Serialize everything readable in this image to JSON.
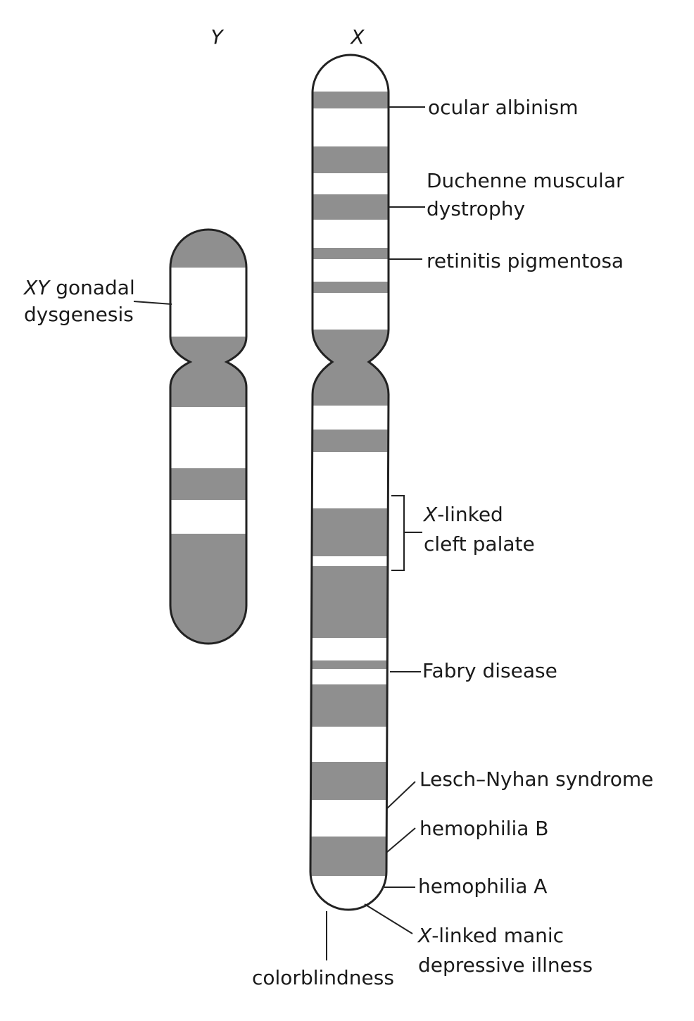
{
  "chromosome_y": {
    "title": "Y",
    "labels": {
      "gonadal": {
        "prefix": "XY",
        "text": " gonadal"
      },
      "gonadal_line2": "dysgenesis"
    }
  },
  "chromosome_x": {
    "title": "X",
    "labels": {
      "ocular_albinism": "ocular albinism",
      "duchenne_line1": "Duchenne muscular",
      "duchenne_line2": "dystrophy",
      "retinitis": "retinitis pigmentosa",
      "cleft_line1": {
        "prefix": "X",
        "text": "-linked"
      },
      "cleft_line2": "cleft palate",
      "fabry": "Fabry disease",
      "lesch": "Lesch–Nyhan syndrome",
      "hemophilia_b": "hemophilia B",
      "hemophilia_a": "hemophilia A",
      "manic_line1": {
        "prefix": "X",
        "text": "-linked manic"
      },
      "manic_line2": "depressive illness",
      "colorblindness": "colorblindness"
    }
  }
}
